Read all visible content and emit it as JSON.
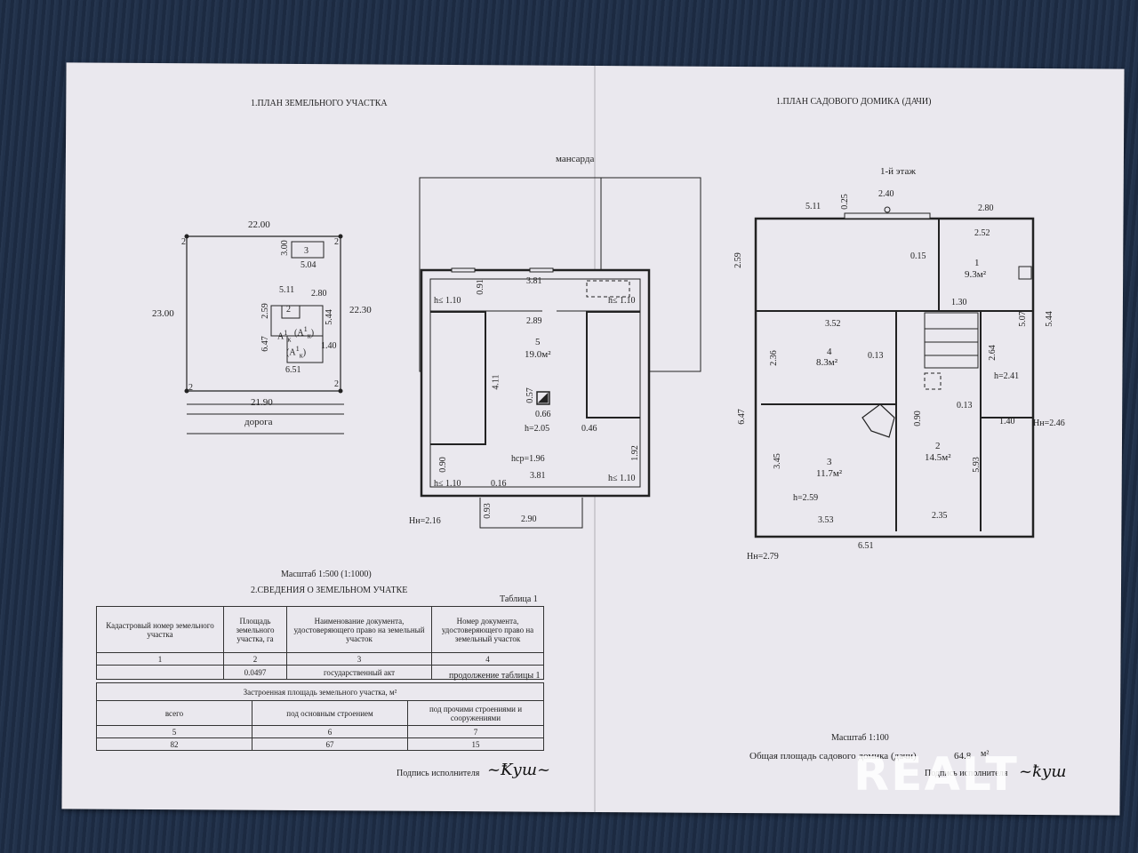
{
  "titles": {
    "land_plan": "1.ПЛАН ЗЕМЕЛЬНОГО УЧАСТКА",
    "house_plan": "1.ПЛАН САДОВОГО ДОМИКА (ДАЧИ)",
    "mansard": "мансарда",
    "floor1": "1-й этаж"
  },
  "land": {
    "top": "22.00",
    "left": "23.00",
    "right": "22.30",
    "bottom": "21.90",
    "road": "дорога",
    "c1": "2",
    "c2": "2",
    "c3": "2",
    "c4": "2",
    "shed_h": "3.00",
    "shed_w": "5.04",
    "shed_id": "3",
    "house_w": "5.11",
    "house_w2": "2.80",
    "house_h1": "2.59",
    "house_h2": "6.47",
    "house_r1": "5.44",
    "house_r2": "1.40",
    "house_b": "6.51",
    "house_id": "2",
    "lbl_a": "А",
    "lbl_ak1": "(А",
    "lbl_ak2": "(А",
    "frac1": "1",
    "k1": "к",
    "frac2": "1",
    "k2": "к",
    "frac3": "1",
    "k3": "к",
    "close": ")"
  },
  "mansard": {
    "d381top": "3.81",
    "d091": "0.91",
    "h110a": "h≤ 1.10",
    "h110b": "h≤ 1.10",
    "d289": "2.89",
    "room": "5",
    "area": "19.0м²",
    "d411": "4.11",
    "d057": "0.57",
    "d066": "0.66",
    "h205": "h=2.05",
    "d046": "0.46",
    "hcp": "hср=1.96",
    "d192": "1.92",
    "d090": "0.90",
    "h110c": "h≤ 1.10",
    "h110d": "h≤ 1.10",
    "d016": "0.16",
    "d381bot": "3.81",
    "d093": "0.93",
    "d290": "2.90",
    "hn": "Hн=2.16"
  },
  "floor1": {
    "d511": "5.11",
    "d025": "0.25",
    "d240": "2.40",
    "d280": "2.80",
    "d259": "2.59",
    "d252": "2.52",
    "d015": "0.15",
    "r1": "1",
    "a1": "9.3м²",
    "d130": "1.30",
    "d507": "5.07",
    "d544": "5.44",
    "d352": "3.52",
    "r4": "4",
    "a4": "8.3м²",
    "d236": "2.36",
    "d013a": "0.13",
    "d264": "2.64",
    "h241": "h=2.41",
    "d013b": "0.13",
    "d140": "1.40",
    "hn246": "Hн=2.46",
    "d647": "6.47",
    "d090": "0.90",
    "r2": "2",
    "a2": "14.5м²",
    "d593": "5.93",
    "d345": "3.45",
    "r3": "3",
    "a3": "11.7м²",
    "h259": "h=2.59",
    "d353": "3.53",
    "d235": "2.35",
    "d651": "6.51",
    "hn279": "Hн=2.79"
  },
  "scale_left": "Масштаб 1:500 (1:1000)",
  "section2": "2.СВЕДЕНИЯ О ЗЕМЕЛЬНОМ УЧАТКЕ",
  "table1_label": "Таблица 1",
  "table1": {
    "h1": "Кадастровый номер земельного участка",
    "h2": "Площадь земельного участка, га",
    "h3": "Наименование документа, удостоверяющего право на земельный участок",
    "h4": "Номер документа, удостоверяющего право на земельный участок",
    "n1": "1",
    "n2": "2",
    "n3": "3",
    "n4": "4",
    "v1": "",
    "v2": "0.0497",
    "v3": "государственный акт",
    "v4": ""
  },
  "table_cont_label": "продолжение таблицы 1",
  "table2": {
    "head": "Застроенная площадь земельного участка, м²",
    "c1": "всего",
    "c2": "под основным строением",
    "c3": "под прочими строениями и сооружениями",
    "n1": "5",
    "n2": "6",
    "n3": "7",
    "v1": "82",
    "v2": "67",
    "v3": "15"
  },
  "signature_left": "Подпись исполнителя",
  "scale_right": "Масштаб 1:100",
  "total_area": "Общая площадь садового домика (дачи)",
  "total_value": "64.8",
  "total_unit": "м²",
  "signature_right": "Подпись исполнителя",
  "watermark": "REALT"
}
